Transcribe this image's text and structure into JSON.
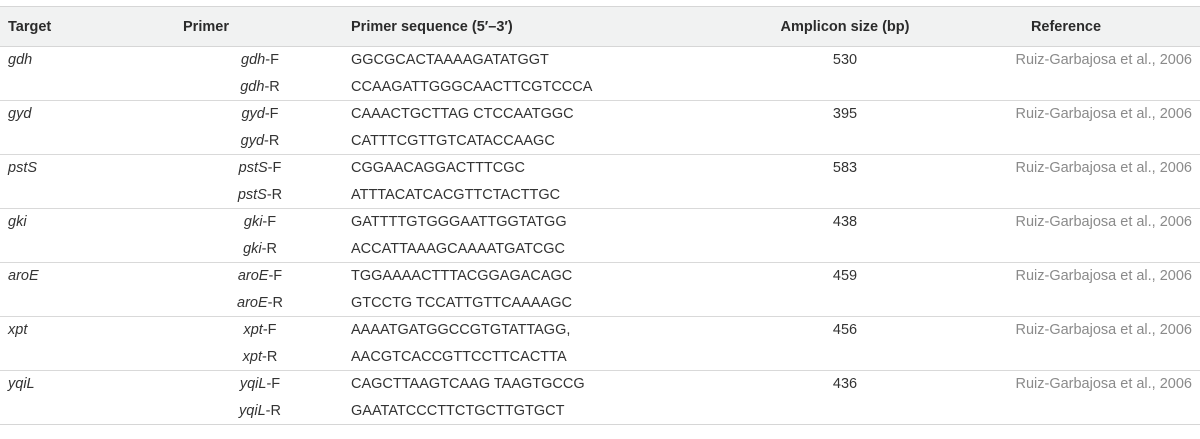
{
  "headers": {
    "target": "Target",
    "primer": "Primer",
    "sequence": "Primer sequence (5′–3′)",
    "amplicon": "Amplicon size (bp)",
    "reference": "Reference"
  },
  "rows": [
    {
      "target": "gdh",
      "fwd_gene": "gdh",
      "fwd_suffix": "-F",
      "fwd_seq": "GGCGCACTAAAAGATATGGT",
      "rev_gene": "gdh",
      "rev_suffix": "-R",
      "rev_seq": "CCAAGATTGGGCAACTTCGTCCCA",
      "amplicon": "530",
      "reference": "Ruiz-Garbajosa et al., 2006"
    },
    {
      "target": "gyd",
      "fwd_gene": "gyd",
      "fwd_suffix": "-F",
      "fwd_seq": "CAAACTGCTTAG CTCCAATGGC",
      "rev_gene": "gyd",
      "rev_suffix": "-R",
      "rev_seq": "CATTTCGTTGTCATACCAAGC",
      "amplicon": "395",
      "reference": "Ruiz-Garbajosa et al., 2006"
    },
    {
      "target": "pstS",
      "fwd_gene": "pstS",
      "fwd_suffix": "-F",
      "fwd_seq": "CGGAACAGGACTTTCGC",
      "rev_gene": "pstS",
      "rev_suffix": "-R",
      "rev_seq": "ATTTACATCACGTTCTACTTGC",
      "amplicon": "583",
      "reference": "Ruiz-Garbajosa et al., 2006"
    },
    {
      "target": "gki",
      "fwd_gene": "gki",
      "fwd_suffix": "-F",
      "fwd_seq": "GATTTTGTGGGAATTGGTATGG",
      "rev_gene": "gki",
      "rev_suffix": "-R",
      "rev_seq": "ACCATTAAAGCAAAATGATCGC",
      "amplicon": "438",
      "reference": "Ruiz-Garbajosa et al., 2006"
    },
    {
      "target": "aroE",
      "fwd_gene": "aroE",
      "fwd_suffix": "-F",
      "fwd_seq": "TGGAAAACTTTACGGAGACAGC",
      "rev_gene": "aroE",
      "rev_suffix": "-R",
      "rev_seq": "GTCCTG TCCATTGTTCAAAAGC",
      "amplicon": "459",
      "reference": "Ruiz-Garbajosa et al., 2006"
    },
    {
      "target": "xpt",
      "fwd_gene": "xpt",
      "fwd_suffix": "-F",
      "fwd_seq": "AAAATGATGGCCGTGTATTAGG,",
      "rev_gene": "xpt",
      "rev_suffix": "-R",
      "rev_seq": "AACGTCACCGTTCCTTCACTTA",
      "amplicon": "456",
      "reference": "Ruiz-Garbajosa et al., 2006"
    },
    {
      "target": "yqiL",
      "fwd_gene": "yqiL",
      "fwd_suffix": "-F",
      "fwd_seq": "CAGCTTAAGTCAAG TAAGTGCCG",
      "rev_gene": "yqiL",
      "rev_suffix": "-R",
      "rev_seq": "GAATATCCCTTCTGCTTGTGCT",
      "amplicon": "436",
      "reference": "Ruiz-Garbajosa et al., 2006"
    }
  ]
}
